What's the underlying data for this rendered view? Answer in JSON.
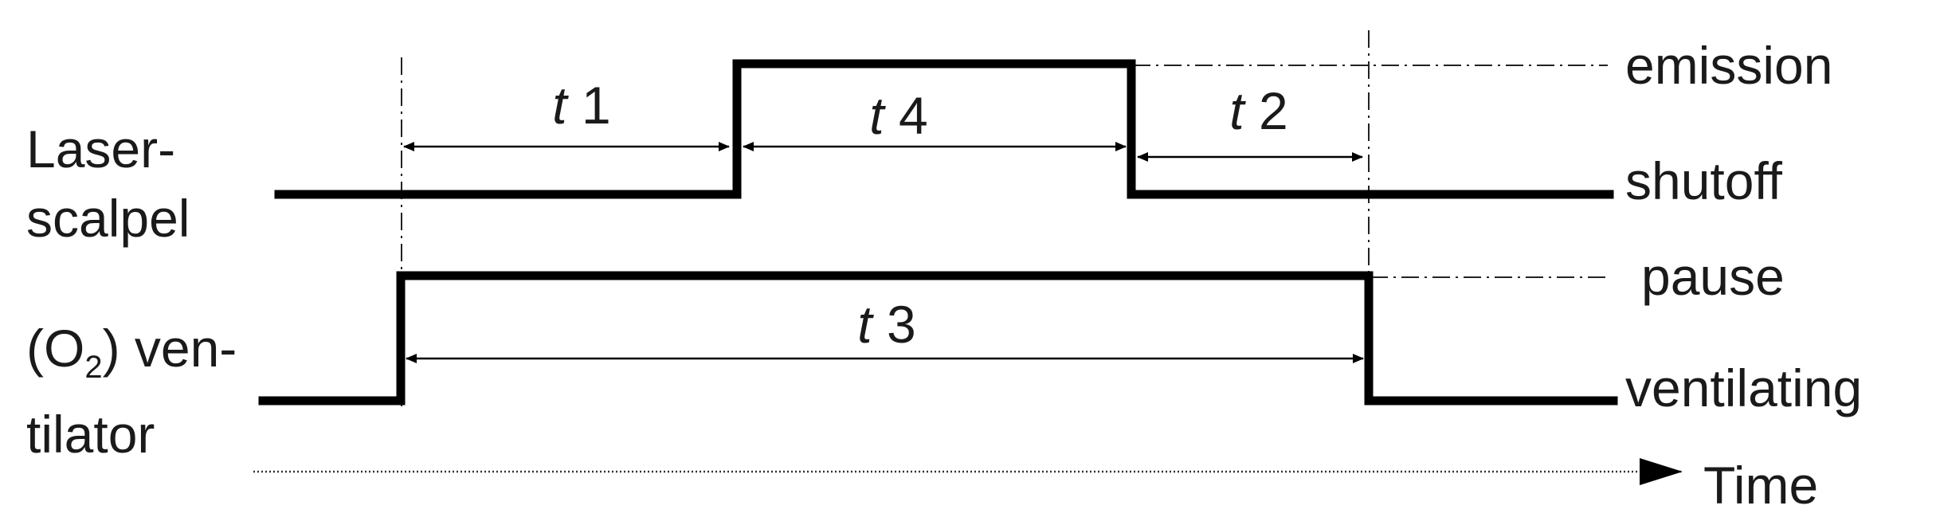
{
  "signals": {
    "laser": {
      "label_line1": "Laser-",
      "label_line2": "scalpel"
    },
    "ventilator": {
      "label_prefix": "(O",
      "label_sub": "2",
      "label_suffix": ") ven-",
      "label_line2": "tilator"
    }
  },
  "states": {
    "emission": "emission",
    "shutoff": "shutoff",
    "pause": "pause",
    "ventilating": "ventilating"
  },
  "intervals": {
    "t1": {
      "var": "t",
      "num": " 1"
    },
    "t2": {
      "var": "t",
      "num": " 2"
    },
    "t3": {
      "var": "t",
      "num": " 3"
    },
    "t4": {
      "var": "t",
      "num": " 4"
    }
  },
  "axis": {
    "label": "Time"
  }
}
